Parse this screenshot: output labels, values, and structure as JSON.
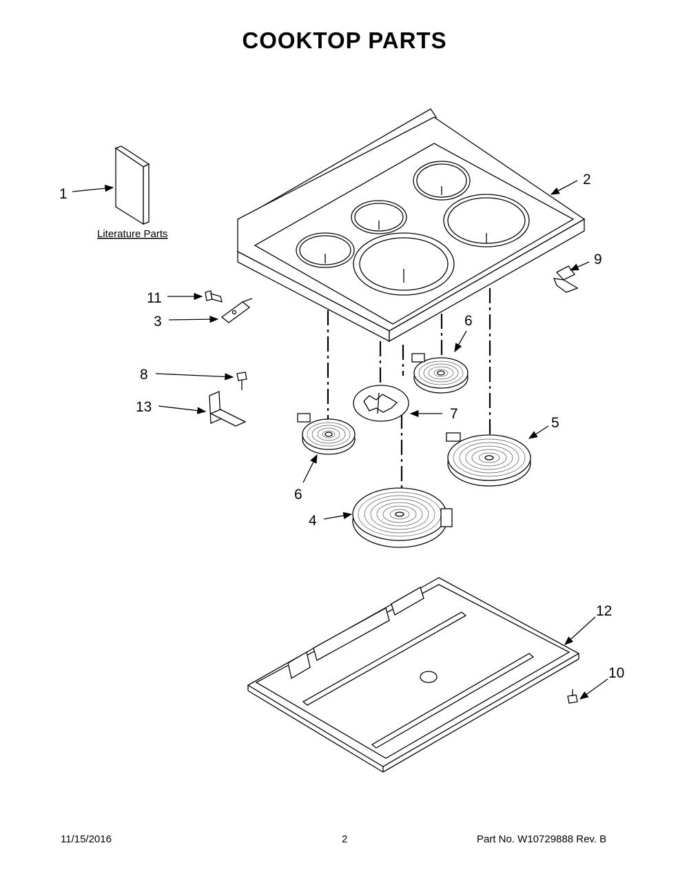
{
  "page": {
    "title": "COOKTOP PARTS",
    "footer": {
      "date": "11/15/2016",
      "page_number": "2",
      "part_number": "Part No.  W10729888  Rev.  B"
    }
  },
  "literature_label": "Literature Parts",
  "callouts": {
    "c1": "1",
    "c2": "2",
    "c3": "3",
    "c4": "4",
    "c5": "5",
    "c6a": "6",
    "c6b": "6",
    "c7": "7",
    "c8": "8",
    "c9": "9",
    "c10": "10",
    "c11": "11",
    "c12": "12",
    "c13": "13"
  }
}
